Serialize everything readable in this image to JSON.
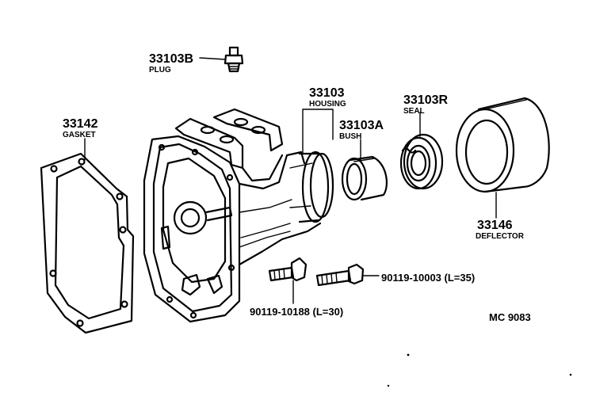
{
  "parts": {
    "plug": {
      "number": "33103B",
      "name": "PLUG"
    },
    "housing": {
      "number": "33103",
      "name": "HOUSING"
    },
    "seal": {
      "number": "33103R",
      "name": "SEAL"
    },
    "gasket": {
      "number": "33142",
      "name": "GASKET"
    },
    "bush": {
      "number": "33103A",
      "name": "BUSH"
    },
    "deflector": {
      "number": "33146",
      "name": "DEFLECTOR"
    },
    "bolt_long": {
      "label": "90119-10003 (L=35)"
    },
    "bolt_short": {
      "label": "90119-10188 (L=30)"
    }
  },
  "diagram_code": "MC 9083"
}
